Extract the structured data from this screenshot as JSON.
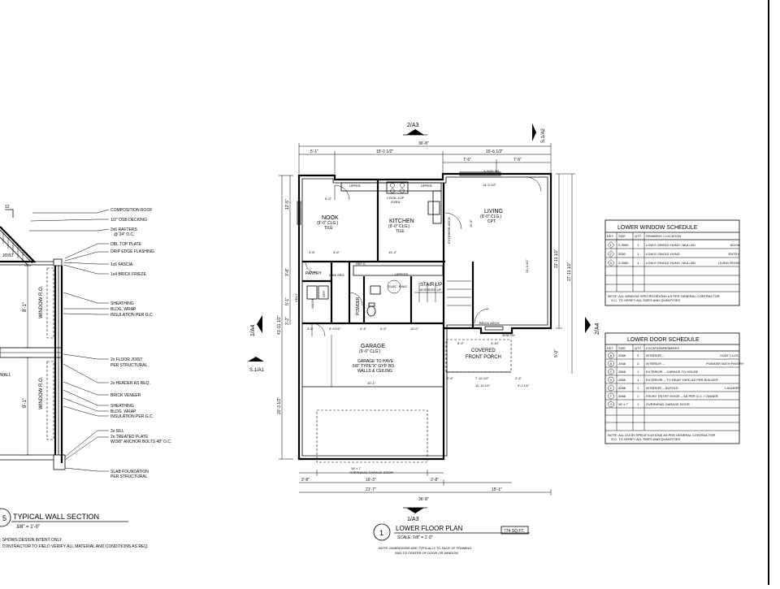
{
  "wall_section": {
    "roof_slope": "12",
    "roof_notes": [
      "COMPOSITION ROOF",
      "1/2\" OSB DECKING",
      "2x6 RAFTERS",
      "@ 24\" O.C.",
      "DBL.TOP PLATE",
      "DRIP EDGE FLASHING",
      "1x6 FASCIA",
      "1x4 BRICK FRIEZE"
    ],
    "upper_notes": [
      "SHEATHING",
      "BLDG. WRAP",
      "INSULATION PER G.C."
    ],
    "mid_notes": [
      "2x FLOOR JOIST",
      "PER STRUCTURAL",
      "2x HEADER AS REQ.",
      "BRICK VENEER",
      "SHEATHING",
      "BLDG. WRAP",
      "INSULATION PER G.C."
    ],
    "base_notes": [
      "2x SILL",
      "2x TREATED PLATE",
      "W/3/8\" ANCHOR BOLTS 48\" O.C.",
      "SLAB FOUNDATION",
      "PER STRUCTURAL"
    ],
    "joist_label": "JOIST",
    "wall_label": "WALL",
    "dims": [
      "8'-1\"",
      "9'-1\""
    ],
    "window_label": "WINDOW R.O.",
    "title_number": "5",
    "title": "TYPICAL WALL SECTION",
    "scale": "3/8\" = 1'-0\"",
    "notes": [
      ": SHOWS DESIGN INTENT ONLY",
      ". CONTRACTOR TO FIELD VERIFY ALL MATERIAL AND CONDITIONS AS REQ."
    ]
  },
  "plan": {
    "section_top": "2/A3",
    "section_bottom": "1/A3",
    "section_left": "1/A4",
    "section_right": "2/A4",
    "section_s1_top": "S.1/A2",
    "section_s1_left": "S.1/A1",
    "dims_top": [
      "36'-8\"",
      "5'-1\"",
      "15'-0 1/2\"",
      "15'-6 1/2\"",
      "7'-5\"",
      "7'-5\""
    ],
    "dims_bottom": [
      "2'-8\"",
      "16'-3\"",
      "2'-8\"",
      "21'-7\"",
      "15'-1\"",
      "36'-8\""
    ],
    "dims_left": [
      "12'-5\"",
      "3'-8\"",
      "5'-1\"",
      "41'-11 1/2\"",
      "20'-3 1/2\"",
      "3'-2\""
    ],
    "dims_right": [
      "22'-11 1/2\"",
      "27'-11 1/2\"",
      "5'-0\""
    ],
    "rooms": [
      {
        "name": "NOOK",
        "ceiling": "(9'-0\" CLG.)",
        "finish": "TILE"
      },
      {
        "name": "KITCHEN",
        "ceiling": "(9'-0\" CLG.)",
        "finish": "TILE"
      },
      {
        "name": "LIVING",
        "ceiling": "(9'-0\" CLG.)",
        "finish": "CPT."
      },
      {
        "name": "GARAGE",
        "ceiling": "(9'-0\" CLG.)",
        "finish": ""
      }
    ],
    "garage_note": [
      "GARAGE TO HAVE",
      "5/8\" TYPE\"X\" GYP. BD.",
      "WALLS & CEILING"
    ],
    "labels": {
      "upper_left": "UPPER",
      "upper_right": "UPPER",
      "cooktop": "COOK-TOP",
      "oven": "OVEN",
      "uppers": "UPPERS",
      "pantry": "PANTRY",
      "refg": "REF'G",
      "dbl_oven": "2868 SRG",
      "powder": "POWDER",
      "wash": "WASH",
      "dry": "DRY",
      "elec_hvac": "ELEC. HVAC",
      "stair_up": "STAIR UP",
      "stair_sub": "18 RISERS UP",
      "covered": "COVERED",
      "front_porch": "FRONT PORCH",
      "brick_arch": "BRICK ARCH",
      "exterior_arch": "EXTERIOR ARCH",
      "window_3030": "3-3030 SH",
      "window_3030b": "3030 SH",
      "overhead_door": "16' x 7'",
      "overhead_door_sub": "OVERHEAD GARAGE DOOR",
      "vent": "VENT",
      "pantry_dims": "3'-6\""
    },
    "inner_dims": [
      "6'-0\"",
      "13'-3\"",
      "11'-9\"",
      "21'-3 1/2\"",
      "3'-8\"",
      "3'-6\"",
      "4'-4\"",
      "20'-1\"",
      "7'-10 1/2\"",
      "11'-10 1/2\"",
      "2'-6\"",
      "2'-6\"",
      "5'-0\"",
      "4'-10\"",
      "14'-9 1/2\"",
      "3'-2 1/2\"",
      "3'-9 1/2\"",
      "6'-0\"",
      "10'-0\""
    ],
    "title_number": "1",
    "title": "LOWER FLOOR PLAN",
    "scale": "SCALE: 1/8\" = 1'-0\"",
    "area": "774 SQ.FT.",
    "note": [
      "NOTE: DIMENSIONS ARE TYPICALLY TO FACE OF FRAMING",
      "AND TO CENTER OF DOOR OR WINDOW"
    ]
  },
  "window_schedule": {
    "title": "LOWER WINDOW SCHEDULE",
    "headers": [
      "KEY",
      "SIZE",
      "QTY.",
      "REMARKS / LOCATION"
    ],
    "rows": [
      {
        "key": "1",
        "size": "2-3050",
        "qty": "1",
        "remarks": "LOW-E SINGLE HUNG / MULLED",
        "location": "NOOK"
      },
      {
        "key": "2",
        "size": "3050",
        "qty": "1",
        "remarks": "LOW-E SINGLE HUNG",
        "location": "ENTRY"
      },
      {
        "key": "3",
        "size": "3-3060",
        "qty": "1",
        "remarks": "LOW-E SINGLE HUNG / MULLED",
        "location": "LIVING ROOM"
      }
    ],
    "note": [
      "NOTE: ALL WINDOW SPECIFICATIONS AS PER GENERAL CONTRACTOR",
      "G.C. TO VERIFY ALL SIZES AND QUANTITIES"
    ]
  },
  "door_schedule": {
    "title": "LOWER DOOR SCHEDULE",
    "headers": [
      "KEY",
      "SIZE",
      "QTY.",
      "LOCATION/REMARKS"
    ],
    "rows": [
      {
        "key": "A",
        "size": "2068",
        "qty": "3",
        "remarks": "INTERIOR --",
        "location": "COAT CLOS."
      },
      {
        "key": "B",
        "size": "2468",
        "qty": "3",
        "remarks": "INTERIOR --",
        "location": "POWDER BATH PANTRY"
      },
      {
        "key": "C",
        "size": "2868",
        "qty": "1",
        "remarks": "EXTERIOR -- GARAGE TO HOUSE",
        "location": ""
      },
      {
        "key": "D",
        "size": "2868",
        "qty": "1",
        "remarks": "EXTERIOR -- TO REAR YARD AS PER BUILDER",
        "location": ""
      },
      {
        "key": "E",
        "size": "4068",
        "qty": "1",
        "remarks": "INTERIOR -- BI-FOLD",
        "location": "LAUNDRY"
      },
      {
        "key": "F",
        "size": "3068",
        "qty": "1",
        "remarks": "FRONT ENTRY DOOR -- AS PER G.C. / OWNER",
        "location": ""
      },
      {
        "key": "G",
        "size": "16' x 7'",
        "qty": "1",
        "remarks": "OVERHEAD GARAGE DOOR",
        "location": ""
      }
    ],
    "note": [
      "NOTE: ALL DOOR SPECIFICATIONS AS PER GENERAL CONTRACTOR",
      "G.C. TO VERIFY ALL SIZES AND QUANTITIES"
    ]
  }
}
